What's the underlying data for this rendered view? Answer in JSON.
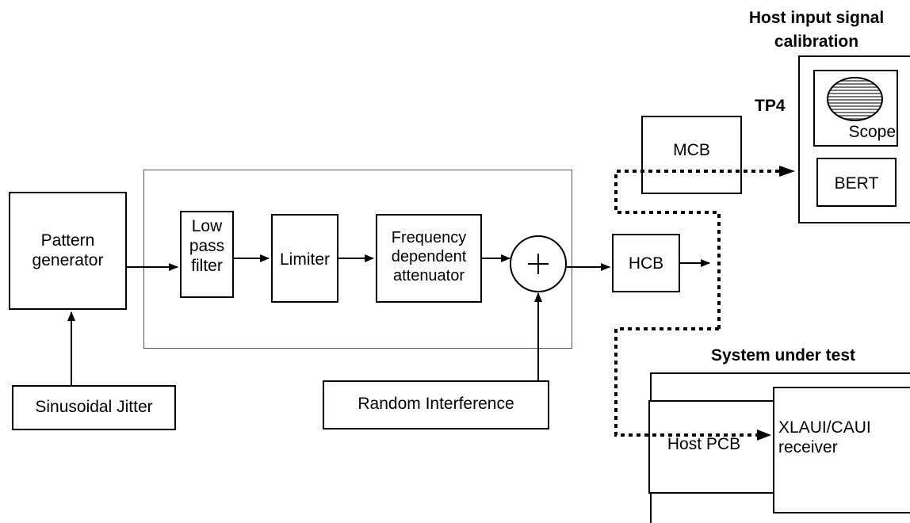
{
  "diagram": {
    "pattern_generator": "Pattern\ngenerator",
    "low_pass_filter": "Low\npass\nfilter",
    "limiter": "Limiter",
    "freq_attenuator": "Frequency\ndependent\nattenuator",
    "sinusoidal_jitter": "Sinusoidal Jitter",
    "random_interference": "Random Interference",
    "hcb": "HCB",
    "mcb": "MCB",
    "tp4": "TP4",
    "host_calibration_title": "Host input signal\ncalibration",
    "scope": "Scope",
    "bert": "BERT",
    "system_under_test_title": "System under test",
    "host_pcb": "Host PCB",
    "receiver": "XLAUI/CAUI\nreceiver"
  }
}
